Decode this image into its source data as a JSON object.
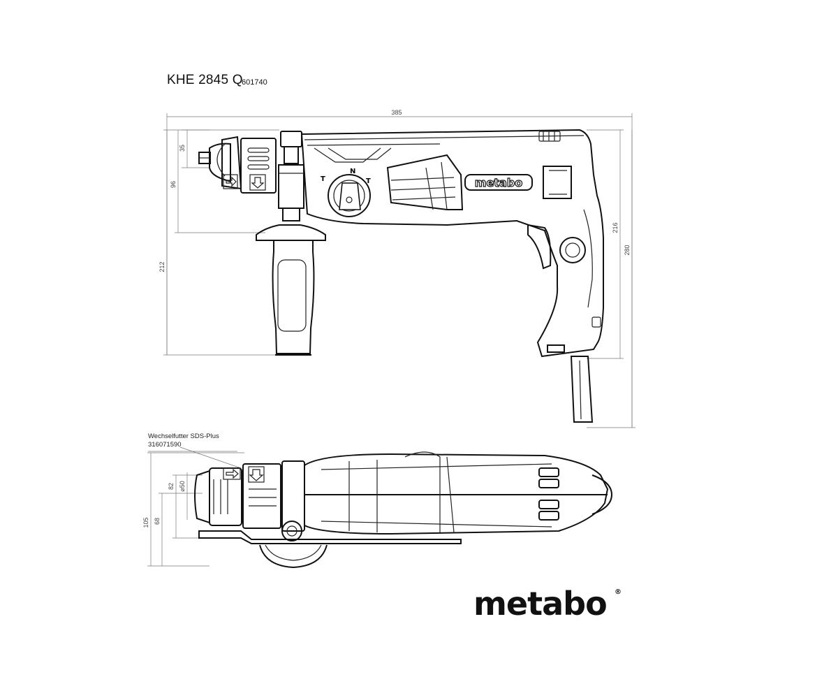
{
  "header": {
    "model": "KHE 2845 Q",
    "article_number": "601740"
  },
  "dimensions": {
    "overall_length": "385",
    "chuck_height_top": "35",
    "chuck_axis_height": "96",
    "handle_depth": "212",
    "height_without_cable": "216",
    "height_with_cable": "280",
    "top_view_width_total": "105",
    "top_view_width_axis": "68",
    "top_view_chuck_offset": "82",
    "collar_diameter": "⌀50"
  },
  "chuck_note": {
    "name": "Wechselfutter SDS-Plus",
    "part_number": "316071590"
  },
  "mode_labels": {
    "drill": "T",
    "neutral": "N",
    "hammer": "T"
  },
  "body_brand": "metabo",
  "brand": {
    "wordmark": "metabo",
    "registered": "®"
  },
  "colors": {
    "line": "#111111",
    "dimension": "#777777",
    "background": "#ffffff"
  }
}
